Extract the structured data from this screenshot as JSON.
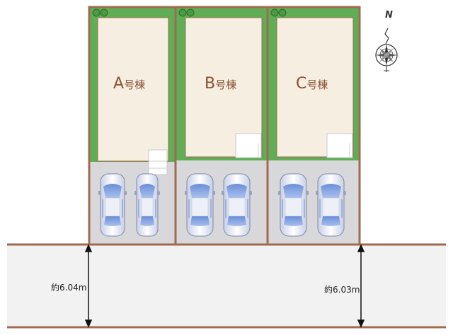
{
  "lots": [
    {
      "id": "A",
      "label_letter": "A",
      "label_suffix": "号棟",
      "parking_spaces": 2
    },
    {
      "id": "B",
      "label_letter": "B",
      "label_suffix": "号棟",
      "parking_spaces": 2
    },
    {
      "id": "C",
      "label_letter": "C",
      "label_suffix": "号棟",
      "parking_spaces": 2
    }
  ],
  "road": {
    "width_left": "約6.04m",
    "width_right": "約6.03m"
  },
  "compass": {
    "north_label": "N"
  },
  "colors": {
    "lot_border": "#a06a50",
    "garden": "#5fae55",
    "building": "#f6efe1",
    "driveway": "#d8d8da",
    "road": "#f2f2f3",
    "road_edge": "#a06a50",
    "label": "#8a4f35"
  },
  "icons": [
    "tree-icon",
    "car-icon",
    "compass-icon",
    "entrance-step-icon"
  ]
}
